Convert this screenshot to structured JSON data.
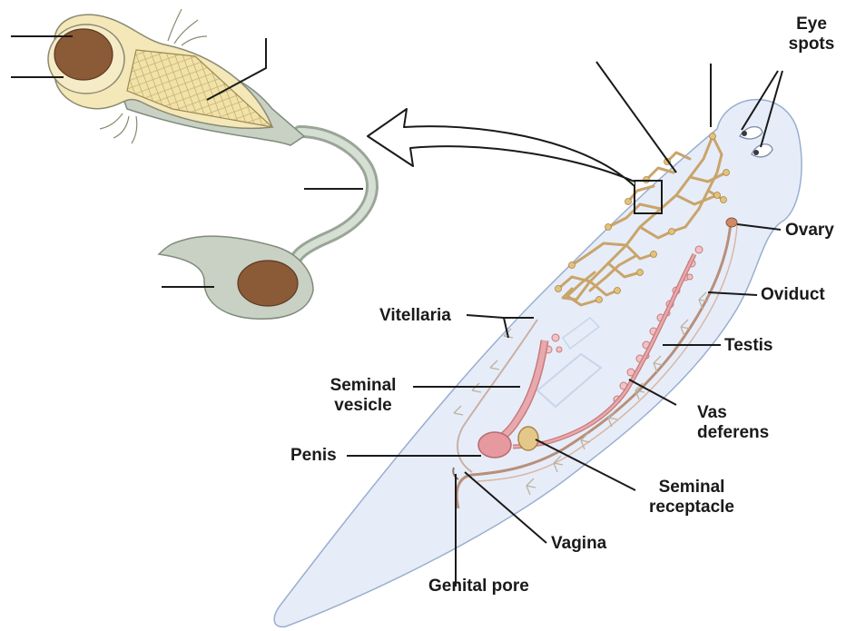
{
  "labels": {
    "eye_spots": [
      "Eye",
      "spots"
    ],
    "ovary": "Ovary",
    "oviduct": "Oviduct",
    "testis": "Testis",
    "vas_deferens": [
      "Vas",
      "deferens"
    ],
    "vitellaria": "Vitellaria",
    "seminal_vesicle": [
      "Seminal",
      "vesicle"
    ],
    "penis": "Penis",
    "seminal_receptacle": [
      "Seminal",
      "receptacle"
    ],
    "vagina": "Vagina",
    "genital_pore": "Genital pore"
  },
  "colors": {
    "body_fill": "#e6edf8",
    "body_stroke": "#9aaed0",
    "nerve": "#c9a46a",
    "nerve_fill": "#f3dfb4",
    "male_duct": "#c97a7a",
    "male_fill": "#e7a9ad",
    "cell_fill": "#f4e7b8",
    "nucleus": "#8b5a36",
    "sheath": "#b9c6b5",
    "leader": "#1a1a1a"
  }
}
